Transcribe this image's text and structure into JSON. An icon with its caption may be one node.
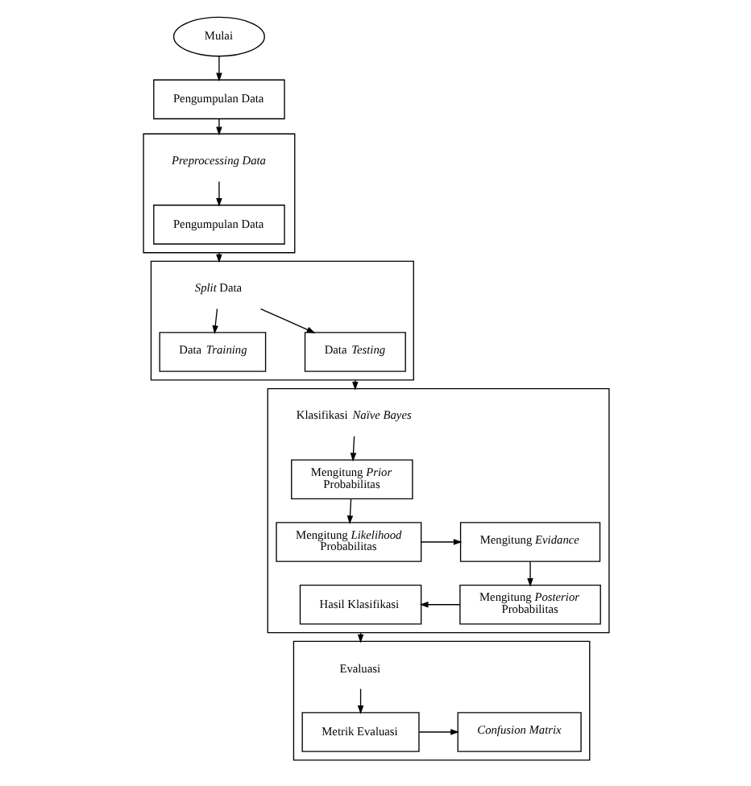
{
  "diagram": {
    "nodes": [
      {
        "text": [
          "Mulai"
        ]
      },
      {
        "text": [
          "Pengumpulan Data"
        ]
      },
      {
        "text": [
          "Preprocessing Data"
        ]
      },
      {
        "text": [
          "Pengumpulan Data"
        ],
        "in": 2
      },
      {
        "text": [
          "*Split* Data"
        ]
      },
      {
        "text": [
          "Data *Training*"
        ],
        "in": 4
      },
      {
        "text": [
          "Data *Testing*"
        ],
        "in": 4
      },
      {
        "text": [
          "Klasifikasi *Naïve Bayes*"
        ]
      },
      {
        "text": [
          "Mengitung *Prior* Probabilitas"
        ],
        "in": 7
      },
      {
        "text": [
          "Mengitung *Likelihood* Probabilitas"
        ],
        "in": 7
      },
      {
        "text": [
          "Mengitung *Evidance*"
        ],
        "in": 7
      },
      {
        "text": [
          "Mengitung *Posterior* Probabilitas"
        ],
        "in": 7
      },
      {
        "text": [
          "Hasil Klasifikasi"
        ],
        "in": 7
      },
      {
        "text": [
          "Evaluasi"
        ]
      },
      {
        "text": [
          "Metrik Evaluasi"
        ],
        "in": 13
      },
      {
        "text": [
          "Confusion Matrix"
        ],
        "in": 13
      }
    ],
    "edges": [
      {
        "from": 0,
        "to": 1,
        "arrow": "to"
      },
      {
        "from": 1,
        "to": 2,
        "arrow": "to"
      },
      {
        "from": 2,
        "to": 3,
        "arrow": "to"
      },
      {
        "from": 2,
        "to": 4,
        "arrow": "to"
      },
      {
        "from": 4,
        "to": 5,
        "arrow": "to"
      },
      {
        "from": 4,
        "to": 6,
        "arrow": "to"
      },
      {
        "from": 4,
        "to": 7,
        "arrow": "to"
      },
      {
        "from": 7,
        "to": 8,
        "arrow": "to"
      },
      {
        "from": 8,
        "to": 9,
        "arrow": "to"
      },
      {
        "from": 9,
        "to": 10,
        "arrow": "to"
      },
      {
        "from": 10,
        "to": 11,
        "arrow": "to"
      },
      {
        "from": 11,
        "to": 12,
        "arrow": "to"
      },
      {
        "from": 7,
        "to": 13,
        "arrow": "to"
      },
      {
        "from": 13,
        "to": 14,
        "arrow": "to"
      },
      {
        "from": 14,
        "to": 15,
        "arrow": "to"
      }
    ]
  }
}
